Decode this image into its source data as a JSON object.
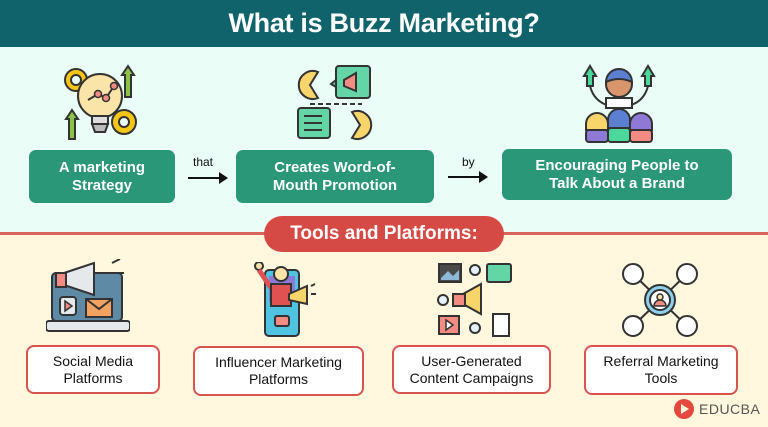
{
  "header": {
    "title": "What is Buzz Marketing?"
  },
  "definition": {
    "steps": [
      {
        "label_line1": "A marketing",
        "label_line2": "Strategy",
        "icon": "lightbulb-gears-growth-icon"
      },
      {
        "label_line1": "Creates Word-of-",
        "label_line2": "Mouth Promotion",
        "icon": "word-of-mouth-chat-icon"
      },
      {
        "label_line1": "Encouraging People to",
        "label_line2": "Talk About a Brand",
        "icon": "people-audience-icon"
      }
    ],
    "connectors": [
      "that",
      "by"
    ]
  },
  "tools_section": {
    "title": "Tools and Platforms:",
    "items": [
      {
        "label_line1": "Social Media",
        "label_line2": "Platforms",
        "icon": "laptop-megaphone-icon"
      },
      {
        "label_line1": "Influencer Marketing",
        "label_line2": "Platforms",
        "icon": "influencer-phone-icon"
      },
      {
        "label_line1": "User-Generated",
        "label_line2": "Content Campaigns",
        "icon": "content-megaphone-network-icon"
      },
      {
        "label_line1": "Referral Marketing",
        "label_line2": "Tools",
        "icon": "referral-network-icon"
      }
    ]
  },
  "brand": {
    "name": "EDUCBA"
  },
  "colors": {
    "header_bg": "#11636b",
    "top_bg": "#eafdf7",
    "bottom_bg": "#fff8de",
    "step_green": "#2a9779",
    "accent_red": "#d64a45"
  }
}
